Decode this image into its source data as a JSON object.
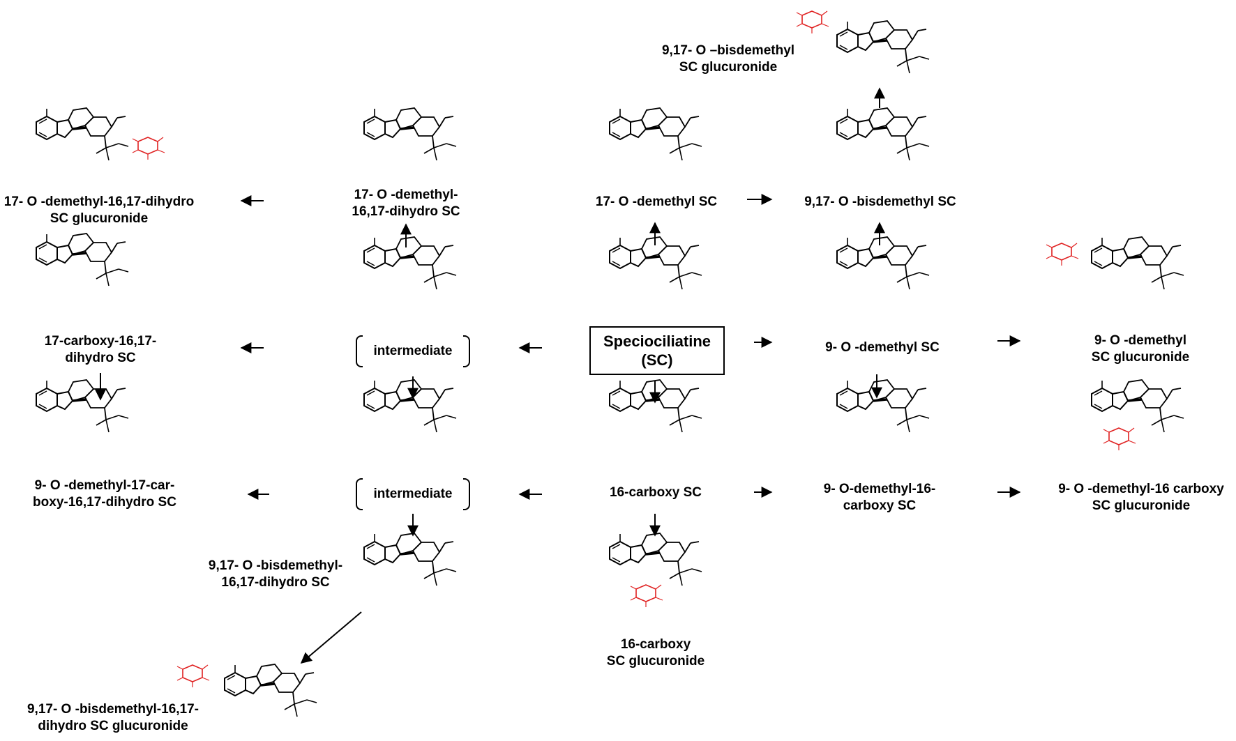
{
  "diagram": {
    "center": {
      "line1": "Speciociliatine",
      "line2": "(SC)"
    },
    "intermediates": [
      "intermediate",
      "intermediate"
    ],
    "compounds": [
      {
        "id": "c1",
        "lines": [
          "17- O -demethyl-16,17-dihydro",
          "SC glucuronide"
        ]
      },
      {
        "id": "c2",
        "lines": [
          "17- O -demethyl-",
          "16,17-dihydro  SC"
        ]
      },
      {
        "id": "c3",
        "lines": [
          "17- O -demethyl SC"
        ]
      },
      {
        "id": "c4",
        "lines": [
          "9,17- O -bisdemethyl SC"
        ]
      },
      {
        "id": "c5",
        "lines": [
          "9,17- O –bisdemethyl",
          "SC glucuronide"
        ]
      },
      {
        "id": "c6",
        "lines": [
          "17-carboxy-16,17-",
          "dihydro SC"
        ]
      },
      {
        "id": "c7",
        "lines": [
          "9- O -demethyl-17-car-",
          "boxy-16,17-dihydro  SC"
        ]
      },
      {
        "id": "c8",
        "lines": [
          "9,17- O -bisdemethyl-",
          "16,17-dihydro  SC"
        ]
      },
      {
        "id": "c9",
        "lines": [
          "9,17- O -bisdemethyl-16,17-",
          "dihydro SC glucuronide"
        ]
      },
      {
        "id": "c10",
        "lines": [
          "9- O -demethyl SC"
        ]
      },
      {
        "id": "c11",
        "lines": [
          "9- O -demethyl",
          "SC glucuronide"
        ]
      },
      {
        "id": "c12",
        "lines": [
          "16-carboxy  SC"
        ]
      },
      {
        "id": "c13",
        "lines": [
          "9- O-demethyl-16-",
          "carboxy SC"
        ]
      },
      {
        "id": "c14",
        "lines": [
          "9- O -demethyl-16 carboxy",
          "SC glucuronide"
        ]
      },
      {
        "id": "c15",
        "lines": [
          "16-carboxy",
          "SC glucuronide"
        ]
      }
    ],
    "colors": {
      "structure": "#000000",
      "modification": "#e02020"
    }
  }
}
